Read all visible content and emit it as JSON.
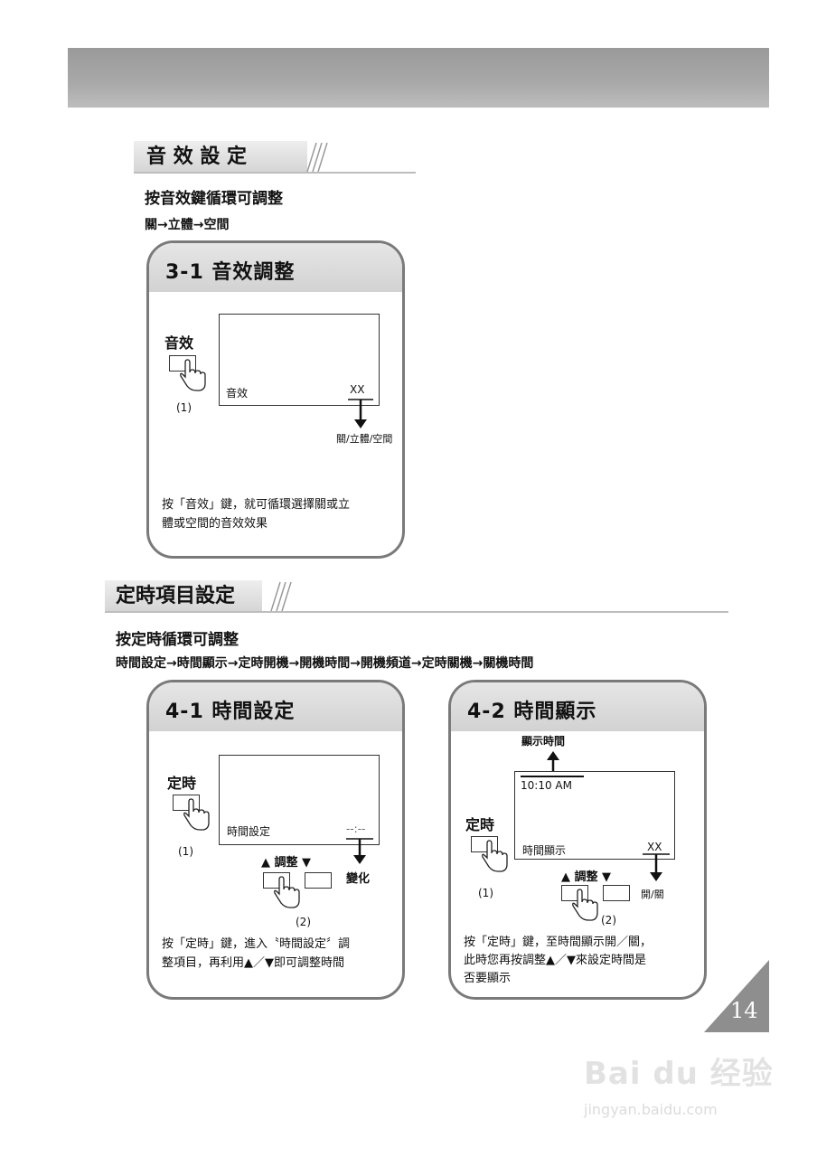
{
  "sound": {
    "heading": "音 效 設 定",
    "line1": "按音效鍵循環可調整",
    "line2": "關→立體→空間",
    "card": {
      "title": "3-1 音效調整",
      "button_label": "音效",
      "step": "(1)",
      "screen_label": "音效",
      "screen_value": "XX",
      "arrow_label": "關/立體/空間",
      "desc_line1": "按「音效」鍵，就可循環選擇關或立",
      "desc_line2": "體或空間的音效效果"
    }
  },
  "timer": {
    "heading": "定時項目設定",
    "line1": "按定時循環可調整",
    "line2": "時間設定→時間顯示→定時開機→開機時間→開機頻道→定時關機→關機時間",
    "card1": {
      "title": "4-1 時間設定",
      "button_label": "定時",
      "step1": "(1)",
      "screen_label": "時間設定",
      "screen_value": "--:--",
      "adjust_label": "▲ 調整 ▼",
      "arrow_label": "變化",
      "step2": "(2)",
      "desc_line1": "按「定時」鍵，進入〝時間設定〞調",
      "desc_line2": "整項目，再利用▲／▼即可調整時間"
    },
    "card2": {
      "title": "4-2 時間顯示",
      "top_label": "顯示時間",
      "clock": "10:10 AM",
      "button_label": "定時",
      "step1": "(1)",
      "screen_label": "時間顯示",
      "screen_value": "XX",
      "adjust_label": "▲ 調整 ▼",
      "arrow_label": "開/關",
      "step2": "(2)",
      "desc_line1": "按「定時」鍵，至時間顯示開／關，",
      "desc_line2": "此時您再按調整▲／▼來設定時間是",
      "desc_line3": "否要顯示"
    }
  },
  "page_number": "14",
  "watermark": {
    "brand": "Bai du 经验",
    "url": "jingyan.baidu.com"
  }
}
